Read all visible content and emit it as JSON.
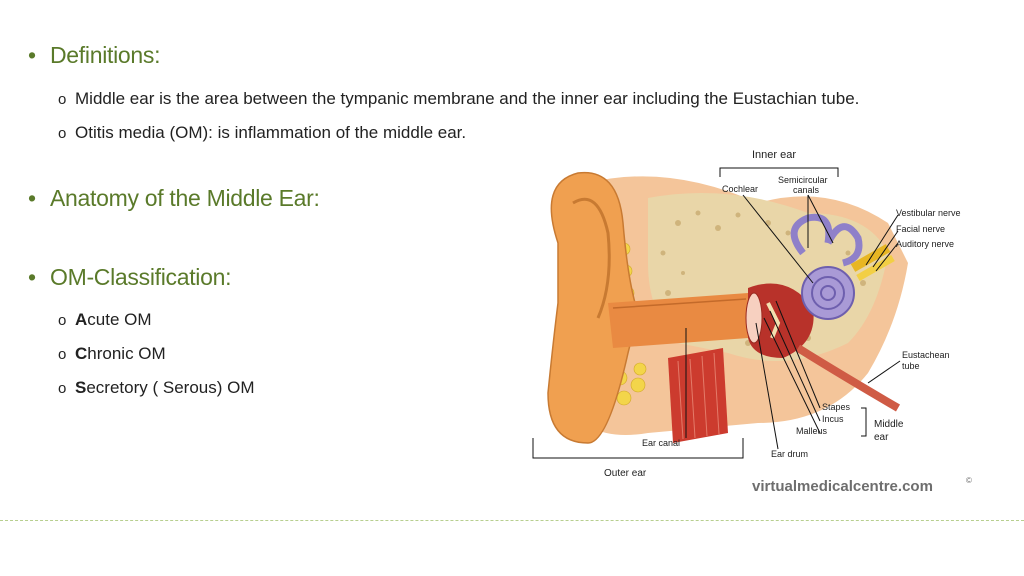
{
  "definitions": {
    "heading": "Definitions:",
    "items": [
      "Middle ear is the area between the tympanic membrane and the inner ear including the Eustachian tube.",
      "Otitis media (OM): is inflammation of the middle ear."
    ]
  },
  "anatomy": {
    "heading": "Anatomy of the Middle Ear:"
  },
  "classification": {
    "heading": "OM-Classification:",
    "items": [
      {
        "first": "A",
        "rest": "cute OM"
      },
      {
        "first": "C",
        "rest": "hronic OM"
      },
      {
        "first": "S",
        "rest": "ecretory ( Serous) OM"
      }
    ]
  },
  "figure": {
    "labels": {
      "inner_ear": "Inner ear",
      "semicircular": "Semicircular",
      "canals": "canals",
      "cochlear": "Cochlear",
      "vestibular_nerve": "Vestibular nerve",
      "facial_nerve": "Facial  nerve",
      "auditory_nerve": "Auditory nerve",
      "eustachean": "Eustachean",
      "tube": "tube",
      "stapes": "Stapes",
      "incus": "Incus",
      "malleus": "Malleus",
      "middle": "Middle",
      "ear": "ear",
      "ear_canal": "Ear canal",
      "ear_drum": "Ear drum",
      "outer_ear": "Outer ear"
    },
    "watermark": "virtualmedicalcentre.com"
  },
  "colors": {
    "heading": "#5a7a2a",
    "skin": "#f2a25a",
    "bone": "#e9d6a8",
    "cochlea": "#a99ad6",
    "muscle": "#cc3b2e"
  }
}
